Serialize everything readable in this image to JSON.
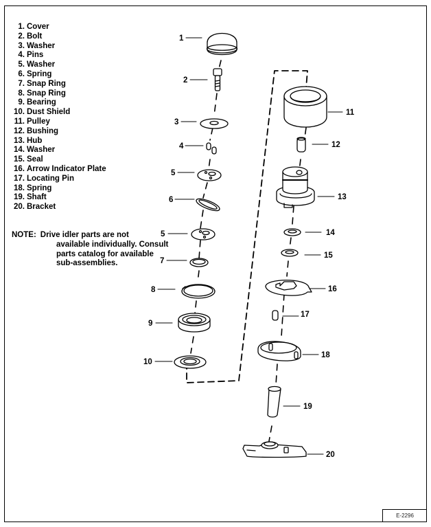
{
  "legend": {
    "items": [
      {
        "num": "1.",
        "label": "Cover"
      },
      {
        "num": "2.",
        "label": "Bolt"
      },
      {
        "num": "3.",
        "label": "Washer"
      },
      {
        "num": "4.",
        "label": "Pins"
      },
      {
        "num": "5.",
        "label": "Washer"
      },
      {
        "num": "6.",
        "label": "Spring"
      },
      {
        "num": "7.",
        "label": "Snap Ring"
      },
      {
        "num": "8.",
        "label": "Snap Ring"
      },
      {
        "num": "9.",
        "label": "Bearing"
      },
      {
        "num": "10.",
        "label": "Dust Shield"
      },
      {
        "num": "11.",
        "label": "Pulley"
      },
      {
        "num": "12.",
        "label": "Bushing"
      },
      {
        "num": "13.",
        "label": "Hub"
      },
      {
        "num": "14.",
        "label": "Washer"
      },
      {
        "num": "15.",
        "label": "Seal"
      },
      {
        "num": "16.",
        "label": "Arrow Indicator Plate"
      },
      {
        "num": "17.",
        "label": "Locating Pin"
      },
      {
        "num": "18.",
        "label": "Spring"
      },
      {
        "num": "19.",
        "label": "Shaft"
      },
      {
        "num": "20.",
        "label": "Bracket"
      }
    ]
  },
  "note": {
    "label": "NOTE:",
    "line1": "Drive idler parts are not",
    "line2": "available individually. Consult",
    "line3": "parts catalog for available",
    "line4": "sub-assemblies."
  },
  "callouts": {
    "c1": "1",
    "c2": "2",
    "c3": "3",
    "c4": "4",
    "c5a": "5",
    "c6": "6",
    "c5b": "5",
    "c7": "7",
    "c8": "8",
    "c9": "9",
    "c10": "10",
    "c11": "11",
    "c12": "12",
    "c13": "13",
    "c14": "14",
    "c15": "15",
    "c16": "16",
    "c17": "17",
    "c18": "18",
    "c19": "19",
    "c20": "20"
  },
  "figure_number": "E-2296"
}
